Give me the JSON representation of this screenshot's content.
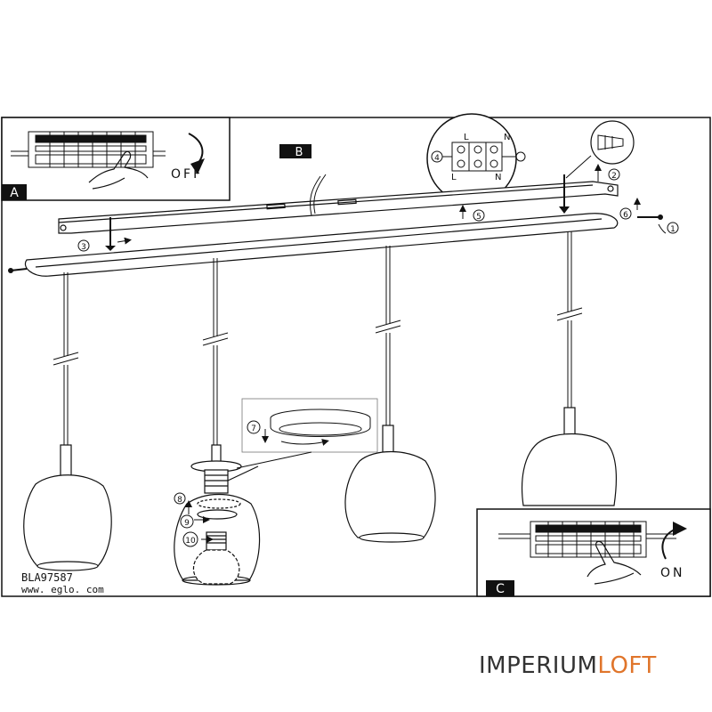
{
  "panels": {
    "a": {
      "label": "A",
      "action": "OFF"
    },
    "b": {
      "label": "B"
    },
    "c": {
      "label": "C",
      "action": "ON"
    }
  },
  "terminal": {
    "left": "4",
    "l_top": "L",
    "n_top": "N",
    "l_bottom": "L",
    "n_bottom": "N"
  },
  "steps": [
    "1",
    "2",
    "3",
    "4",
    "5",
    "6",
    "7",
    "8",
    "9",
    "10"
  ],
  "model": "BLA97587",
  "website": "www. eglo. com",
  "brand": {
    "part1": "IMPERIUM",
    "part2": "LOFT"
  },
  "colors": {
    "ink": "#111111",
    "brand_dark": "#333333",
    "brand_accent": "#e0752b",
    "label_bg": "#111111"
  }
}
